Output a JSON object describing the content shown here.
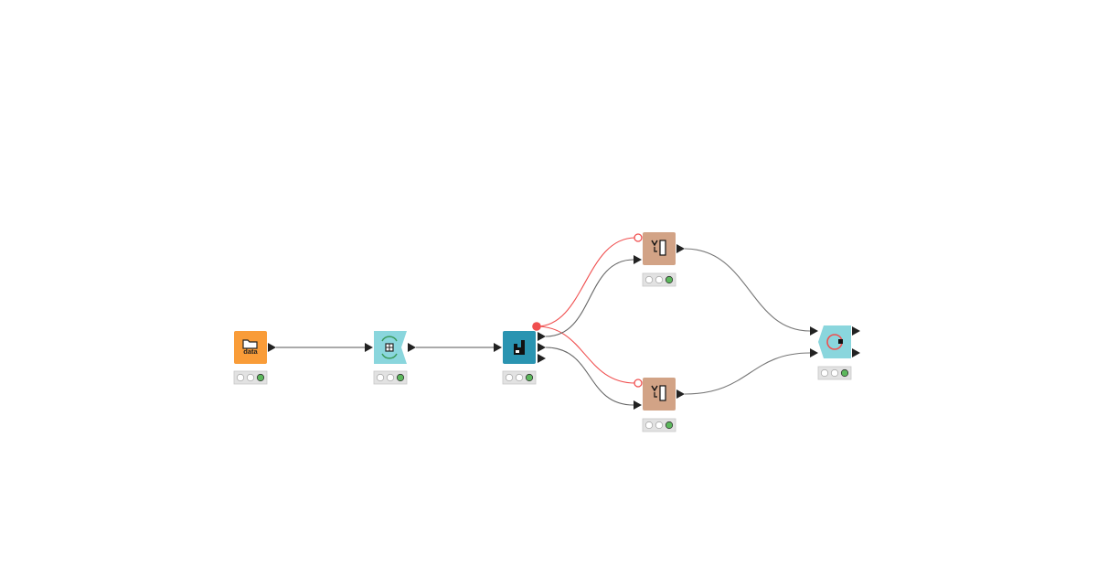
{
  "workflow": {
    "nodes": [
      {
        "id": "file-reader",
        "category": "source",
        "icon": "folder-data-icon",
        "icon_text": "data",
        "color": "#f99c38",
        "status": "executed"
      },
      {
        "id": "loop-start",
        "category": "loop-start",
        "icon": "table-loop-icon",
        "color": "#8ad6dd",
        "status": "executed"
      },
      {
        "id": "learner",
        "category": "learner",
        "icon": "learner-icon",
        "color": "#2a94b1",
        "status": "executed"
      },
      {
        "id": "predictor-top",
        "category": "predictor",
        "icon": "predictor-icon",
        "color": "#d2a386",
        "status": "executed"
      },
      {
        "id": "predictor-bottom",
        "category": "predictor",
        "icon": "predictor-icon",
        "color": "#d2a386",
        "status": "executed"
      },
      {
        "id": "loop-end",
        "category": "loop-end",
        "icon": "loop-end-icon",
        "color": "#8ad6dd",
        "status": "executed"
      }
    ],
    "connections": [
      {
        "from": "file-reader",
        "to": "loop-start",
        "type": "data"
      },
      {
        "from": "loop-start",
        "to": "learner",
        "type": "data"
      },
      {
        "from": "learner",
        "to": "predictor-top",
        "type": "model"
      },
      {
        "from": "learner",
        "to": "predictor-top",
        "type": "data"
      },
      {
        "from": "learner",
        "to": "predictor-bottom",
        "type": "model"
      },
      {
        "from": "learner",
        "to": "predictor-bottom",
        "type": "data"
      },
      {
        "from": "predictor-top",
        "to": "loop-end",
        "type": "data"
      },
      {
        "from": "predictor-bottom",
        "to": "loop-end",
        "type": "data"
      }
    ],
    "colors": {
      "data_connection": "#777777",
      "model_connection": "#f04f4f",
      "port": "#222222",
      "status_ok": "#5cb85c",
      "status_bg": "#e2e2e2"
    }
  }
}
